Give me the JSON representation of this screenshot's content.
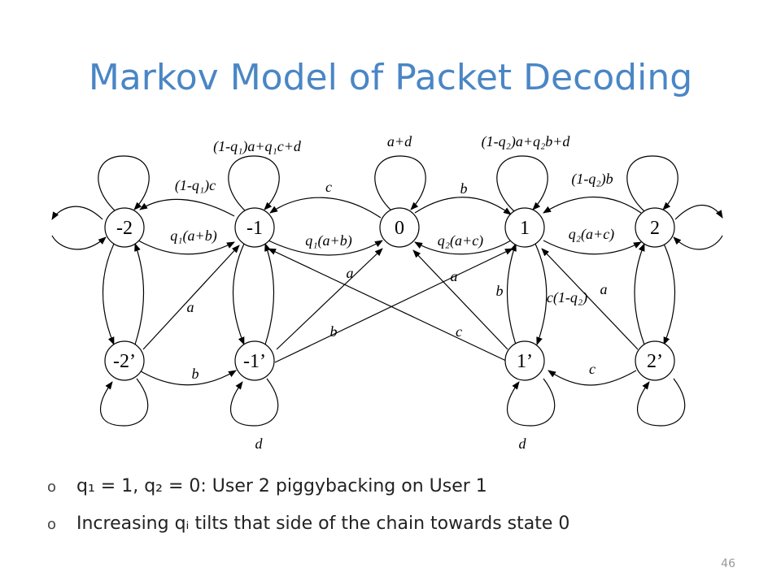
{
  "title": "Markov Model of Packet Decoding",
  "nodes": {
    "m2": "-2",
    "m1": "-1",
    "z": "0",
    "p1": "1",
    "p2": "2",
    "m2p": "-2’",
    "m1p": "-1’",
    "p1p": "1’",
    "p2p": "2’"
  },
  "edges": {
    "self_m1": "(1-q₁)a+q₁c+d",
    "self_z": "a+d",
    "self_p1": "(1-q₂)a+q₂b+d",
    "m1_to_m2": "(1-q₁)c",
    "m2_to_m1": "q₁(a+b)",
    "z_to_m1": "c",
    "m1_to_z": "q₁(a+b)",
    "z_to_p1": "b",
    "p1_to_z": "q₂(a+c)",
    "p2_to_p1": "(1-q₂)b",
    "p1_to_p2": "q₂(a+c)",
    "m2p_to_m1": "a",
    "m2p_to_m1p": "b",
    "m1p_to_z": "a",
    "m1p_to_p1": "b",
    "p1p_to_z": "a",
    "p1p_to_m1": "c",
    "p1p_to_p1": "b",
    "p1_to_p1p": "c(1-q₂)",
    "p2p_to_p1": "a",
    "p2p_to_p1p": "c",
    "self_m1p": "d",
    "self_p1p": "d"
  },
  "bullets": [
    "q₁ = 1, q₂ = 0: User 2 piggybacking on User 1",
    "Increasing qᵢ tilts that side of the chain towards state 0"
  ],
  "bullet_marker": "o",
  "page_number": "46"
}
